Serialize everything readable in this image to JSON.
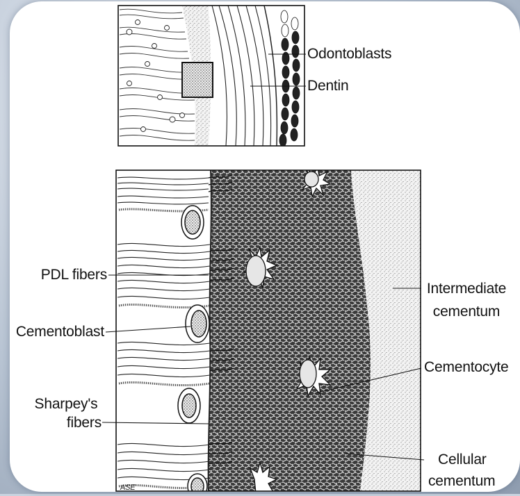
{
  "labels": {
    "odontoblasts": "Odontoblasts",
    "dentin": "Dentin",
    "pdl_fibers": "PDL fibers",
    "cementoblast": "Cementoblast",
    "sharpeys_line1": "Sharpey's",
    "sharpeys_line2": "fibers",
    "intermediate_line1": "Intermediate",
    "intermediate_line2": "cementum",
    "cementocyte": "Cementocyte",
    "cellular_line1": "Cellular",
    "cellular_line2": "cementum",
    "artist_initials": "ASE"
  }
}
